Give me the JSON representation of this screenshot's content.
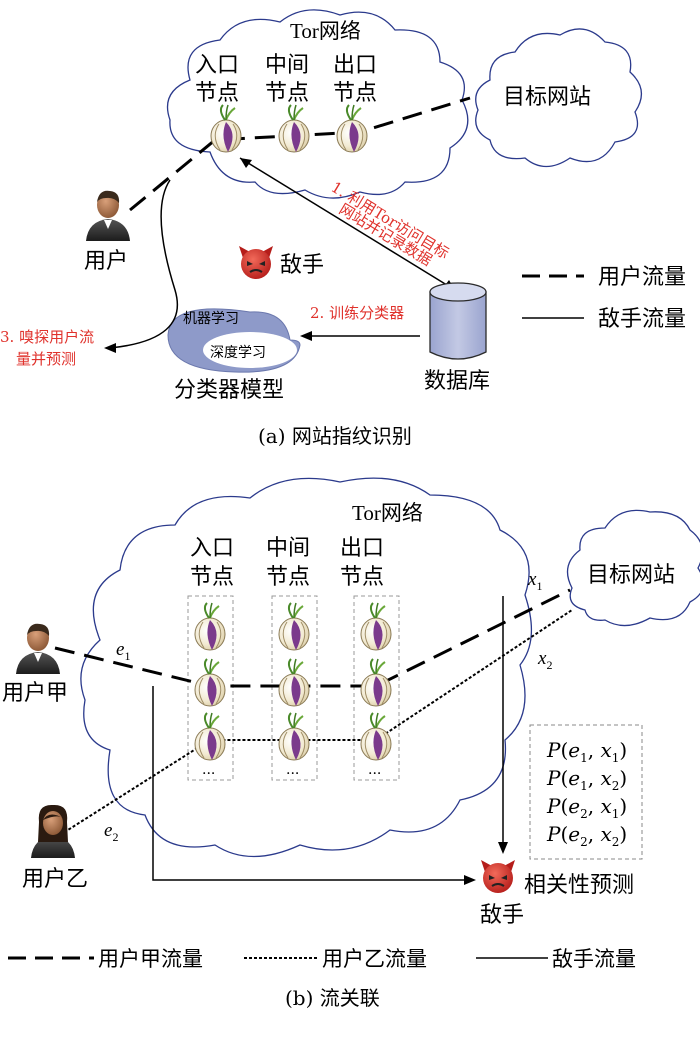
{
  "part_a": {
    "network_title": "Tor网络",
    "nodes": [
      {
        "line1": "入口",
        "line2": "节点"
      },
      {
        "line1": "中间",
        "line2": "节点"
      },
      {
        "line1": "出口",
        "line2": "节点"
      }
    ],
    "target_site": "目标网站",
    "user": "用户",
    "adversary": "敌手",
    "step1_line1": "1. 利用Tor访问目标",
    "step1_line2": "网站并记录数据",
    "step2": "2. 训练分类器",
    "step3_line1": "3. 嗅探用户流",
    "step3_line2": "量并预测",
    "ml_outer": "机器学习",
    "ml_inner": "深度学习",
    "classifier_model": "分类器模型",
    "database": "数据库",
    "legend_user_flow": "用户流量",
    "legend_adversary_flow": "敌手流量",
    "caption": "(a) 网站指纹识别"
  },
  "part_b": {
    "network_title": "Tor网络",
    "nodes": [
      {
        "line1": "入口",
        "line2": "节点"
      },
      {
        "line1": "中间",
        "line2": "节点"
      },
      {
        "line1": "出口",
        "line2": "节点"
      }
    ],
    "ellipsis": "...",
    "target_site": "目标网站",
    "user_a": "用户甲",
    "user_b": "用户乙",
    "e1": "e",
    "e1_sub": "1",
    "e2": "e",
    "e2_sub": "2",
    "x1": "x",
    "x1_sub": "1",
    "x2": "x",
    "x2_sub": "2",
    "probabilities": [
      {
        "e": "1",
        "x": "1"
      },
      {
        "e": "1",
        "x": "2"
      },
      {
        "e": "2",
        "x": "1"
      },
      {
        "e": "2",
        "x": "2"
      }
    ],
    "correlation_prediction": "相关性预测",
    "adversary": "敌手",
    "legend_user_a_flow": "用户甲流量",
    "legend_user_b_flow": "用户乙流量",
    "legend_adversary_flow": "敌手流量",
    "caption": "(b) 流关联"
  },
  "colors": {
    "red_text": "#e0322c",
    "db_fill": "#b5bddb",
    "ml_fill": "#8e9ac9",
    "onion_purple": "#7b3a8c",
    "devil_red": "#d9302a",
    "cloud_stroke": "#2b3a8c"
  },
  "icons": [
    "onion-icon",
    "user-male-icon",
    "user-female-icon",
    "devil-icon",
    "database-icon"
  ]
}
